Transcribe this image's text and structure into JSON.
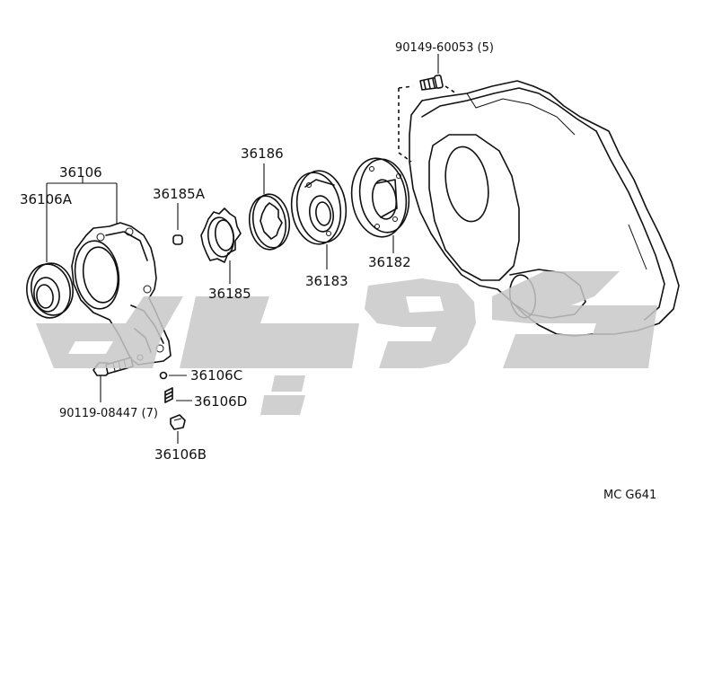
{
  "labels": {
    "case_bolt": "90149-60053 (5)",
    "housing": "36106",
    "oil_seal": "36106A",
    "pin": "36185A",
    "drive_rotor": "36186",
    "driven_rotor": "36185",
    "pump_body": "36183",
    "pump_cover": "36182",
    "ball": "36106C",
    "spring": "36106D",
    "plug": "36106B",
    "housing_bolt": "90119-08447 (7)",
    "figure_code": "MC G641"
  },
  "colors": {
    "line": "#111111",
    "watermark": "#c8c8c8"
  }
}
